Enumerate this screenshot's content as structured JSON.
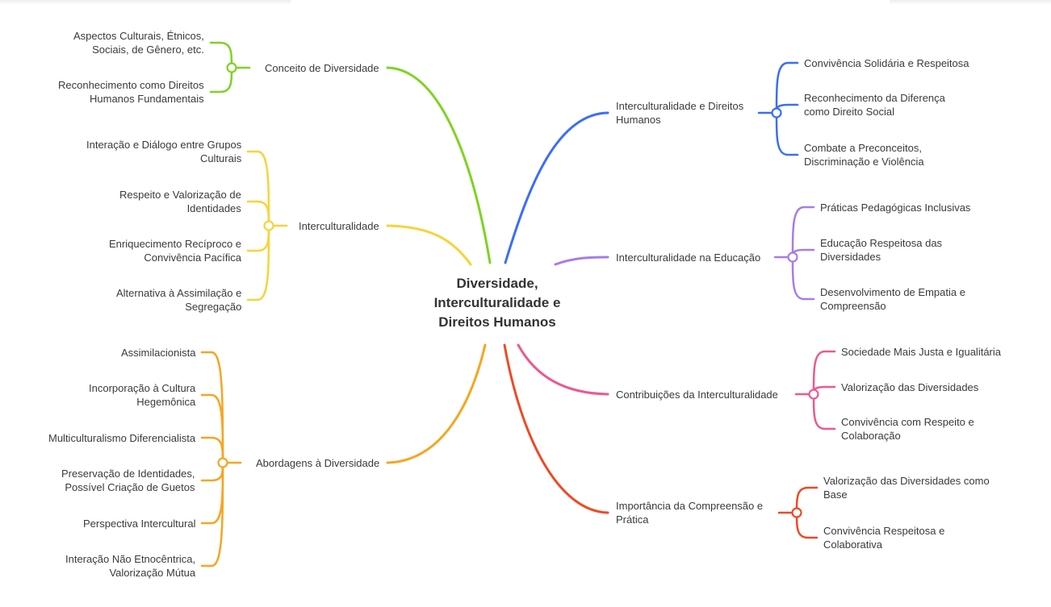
{
  "center": {
    "lines": [
      "Diversidade,",
      "Interculturalidade e",
      "Direitos Humanos"
    ]
  },
  "branches": {
    "conceito": {
      "color": "#7ed321",
      "label": [
        "Conceito de Diversidade"
      ],
      "children": [
        [
          "Aspectos Culturais, Étnicos,",
          "Sociais, de Gênero, etc."
        ],
        [
          "Reconhecimento como Direitos",
          "Humanos Fundamentais"
        ]
      ]
    },
    "interculturalidade": {
      "color": "#f8d33a",
      "label": [
        "Interculturalidade"
      ],
      "children": [
        [
          "Interação e Diálogo entre Grupos",
          "Culturais"
        ],
        [
          "Respeito e Valorização de",
          "Identidades"
        ],
        [
          "Enriquecimento Recíproco e",
          "Convivência Pacífica"
        ],
        [
          "Alternativa à Assimilação e",
          "Segregação"
        ]
      ]
    },
    "abordagens": {
      "color": "#f5a623",
      "label": [
        "Abordagens à Diversidade"
      ],
      "children": [
        [
          "Assimilacionista"
        ],
        [
          "Incorporação à Cultura",
          "Hegemônica"
        ],
        [
          "Multiculturalismo Diferencialista"
        ],
        [
          "Preservação de Identidades,",
          "Possível Criação de Guetos"
        ],
        [
          "Perspectiva Intercultural"
        ],
        [
          "Interação Não Etnocêntrica,",
          "Valorização Mútua"
        ]
      ]
    },
    "direitos": {
      "color": "#3b6ef5",
      "label": [
        "Interculturalidade e Direitos",
        "Humanos"
      ],
      "children": [
        [
          "Convivência Solidária e Respeitosa"
        ],
        [
          "Reconhecimento da Diferença",
          "como Direito Social"
        ],
        [
          "Combate a Preconceitos,",
          "Discriminação e Violência"
        ]
      ]
    },
    "educacao": {
      "color": "#a77ce8",
      "label": [
        "Interculturalidade na Educação"
      ],
      "children": [
        [
          "Práticas Pedagógicas Inclusivas"
        ],
        [
          "Educação Respeitosa das",
          "Diversidades"
        ],
        [
          "Desenvolvimento de Empatia e",
          "Compreensão"
        ]
      ]
    },
    "contribuicoes": {
      "color": "#ea5a8f",
      "label": [
        "Contribuições da Interculturalidade"
      ],
      "children": [
        [
          "Sociedade Mais Justa e Igualitária"
        ],
        [
          "Valorização das Diversidades"
        ],
        [
          "Convivência com Respeito e",
          "Colaboração"
        ]
      ]
    },
    "importancia": {
      "color": "#ee4a25",
      "label": [
        "Importância da Compreensão e",
        "Prática"
      ],
      "children": [
        [
          "Valorização das Diversidades como",
          "Base"
        ],
        [
          "Convivência Respeitosa e",
          "Colaborativa"
        ]
      ]
    }
  }
}
